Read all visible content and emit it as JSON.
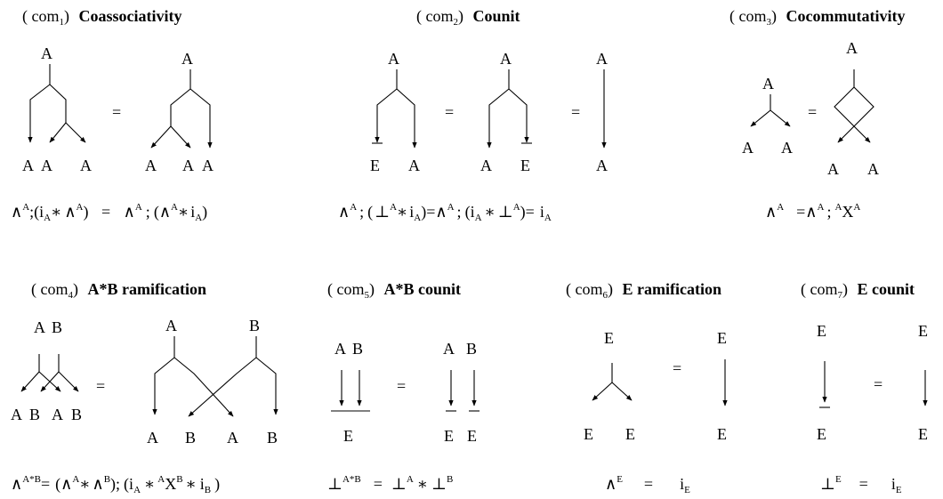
{
  "panels": [
    {
      "prefix": "( com",
      "index": "1",
      "suffix": ")",
      "title": "Coassociativity",
      "equation": "∧A;(iA∗ ∧A)  =  ∧A ; (∧A∗ iA)"
    },
    {
      "prefix": "( com",
      "index": "2",
      "suffix": ")",
      "title": "Counit",
      "equation": "∧A ; (⊥A∗ iA) = ∧A ; (iA ∗ ⊥A) =  iA"
    },
    {
      "prefix": "( com",
      "index": "3",
      "suffix": ")",
      "title": "Cocommutativity",
      "equation": "∧A  = ∧A ; AXA"
    },
    {
      "prefix": "( com",
      "index": "4",
      "suffix": ")",
      "title": "A*B ramification",
      "equation": "∧A*B = (∧A ∗ ∧B) ; (iA ∗ AXB ∗ iB)"
    },
    {
      "prefix": "( com",
      "index": "5",
      "suffix": ")",
      "title": "A*B counit",
      "equation": "⊥A*B  =  ⊥A ∗ ⊥B"
    },
    {
      "prefix": "( com",
      "index": "6",
      "suffix": ")",
      "title": "E ramification",
      "equation": "∧E  =  iE"
    },
    {
      "prefix": "( com",
      "index": "7",
      "suffix": ")",
      "title": "E counit",
      "equation": "⊥E  =  iE"
    }
  ],
  "symbols": {
    "A": "A",
    "B": "B",
    "E": "E",
    "eq": "=",
    "wedge": "∧",
    "bot": "⊥",
    "i": "i",
    "ast": "∗",
    "semi": ";",
    "lp": "(",
    "rp": ")",
    "X": "X",
    "AstB": "A*B",
    "star": "*"
  }
}
